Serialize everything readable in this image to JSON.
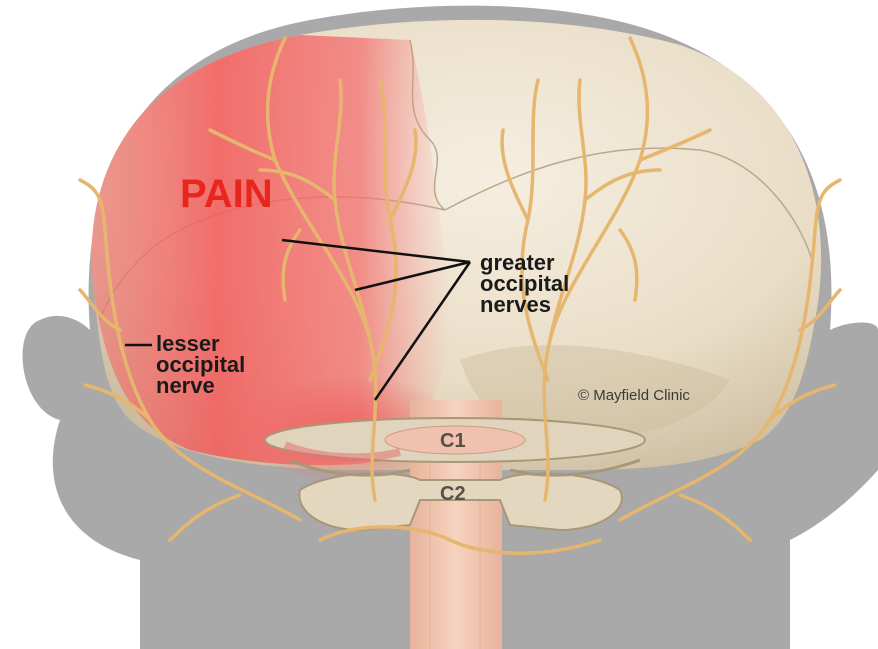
{
  "labels": {
    "pain": "PAIN",
    "greater_line1": "greater",
    "greater_line2": "occipital",
    "greater_line3": "nerves",
    "lesser_line1": "lesser",
    "lesser_line2": "occipital",
    "lesser_line3": "nerve",
    "c1": "C1",
    "c2": "C2",
    "credit": "© Mayfield Clinic"
  },
  "colors": {
    "silhouette": "#a8a8a8",
    "skull": "#ede3d1",
    "pain": "#f07070",
    "nerve": "#e6b66e",
    "spine": "#f2c6ae",
    "label": "#1a1a1a",
    "pain_text": "#e8261e"
  }
}
